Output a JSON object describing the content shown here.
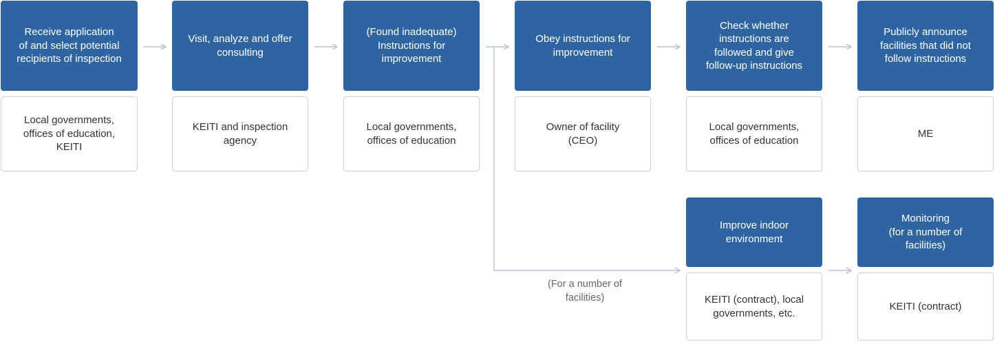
{
  "flow": {
    "row1": [
      {
        "step": "Receive application\nof and select potential\nrecipients of inspection",
        "actor": "Local governments,\noffices of education,\nKEITI"
      },
      {
        "step": "Visit, analyze and offer\nconsulting",
        "actor": "KEITI and inspection\nagency"
      },
      {
        "step": "(Found inadequate)\nInstructions for\nimprovement",
        "actor": "Local governments,\noffices of education"
      },
      {
        "step": "Obey instructions for\nimprovement",
        "actor": "Owner of facility\n(CEO)"
      },
      {
        "step": "Check whether\ninstructions are\nfollowed and give\nfollow-up instructions",
        "actor": "Local governments,\noffices of education"
      },
      {
        "step": "Publicly announce\nfacilities that did not\nfollow instructions",
        "actor": "ME"
      }
    ],
    "row2": [
      {
        "step": "Improve indoor\nenvironment",
        "actor": "KEITI (contract), local\ngovernments, etc."
      },
      {
        "step": "Monitoring\n(for a number of\nfacilities)",
        "actor": "KEITI (contract)"
      }
    ],
    "branch_note": "(For a number of\nfacilities)"
  },
  "colors": {
    "step_fill": "#2e65a0",
    "step_text": "#ffffff",
    "actor_border": "#cfcfcf",
    "actor_text": "#333333",
    "connector": "#b9c2cc"
  }
}
